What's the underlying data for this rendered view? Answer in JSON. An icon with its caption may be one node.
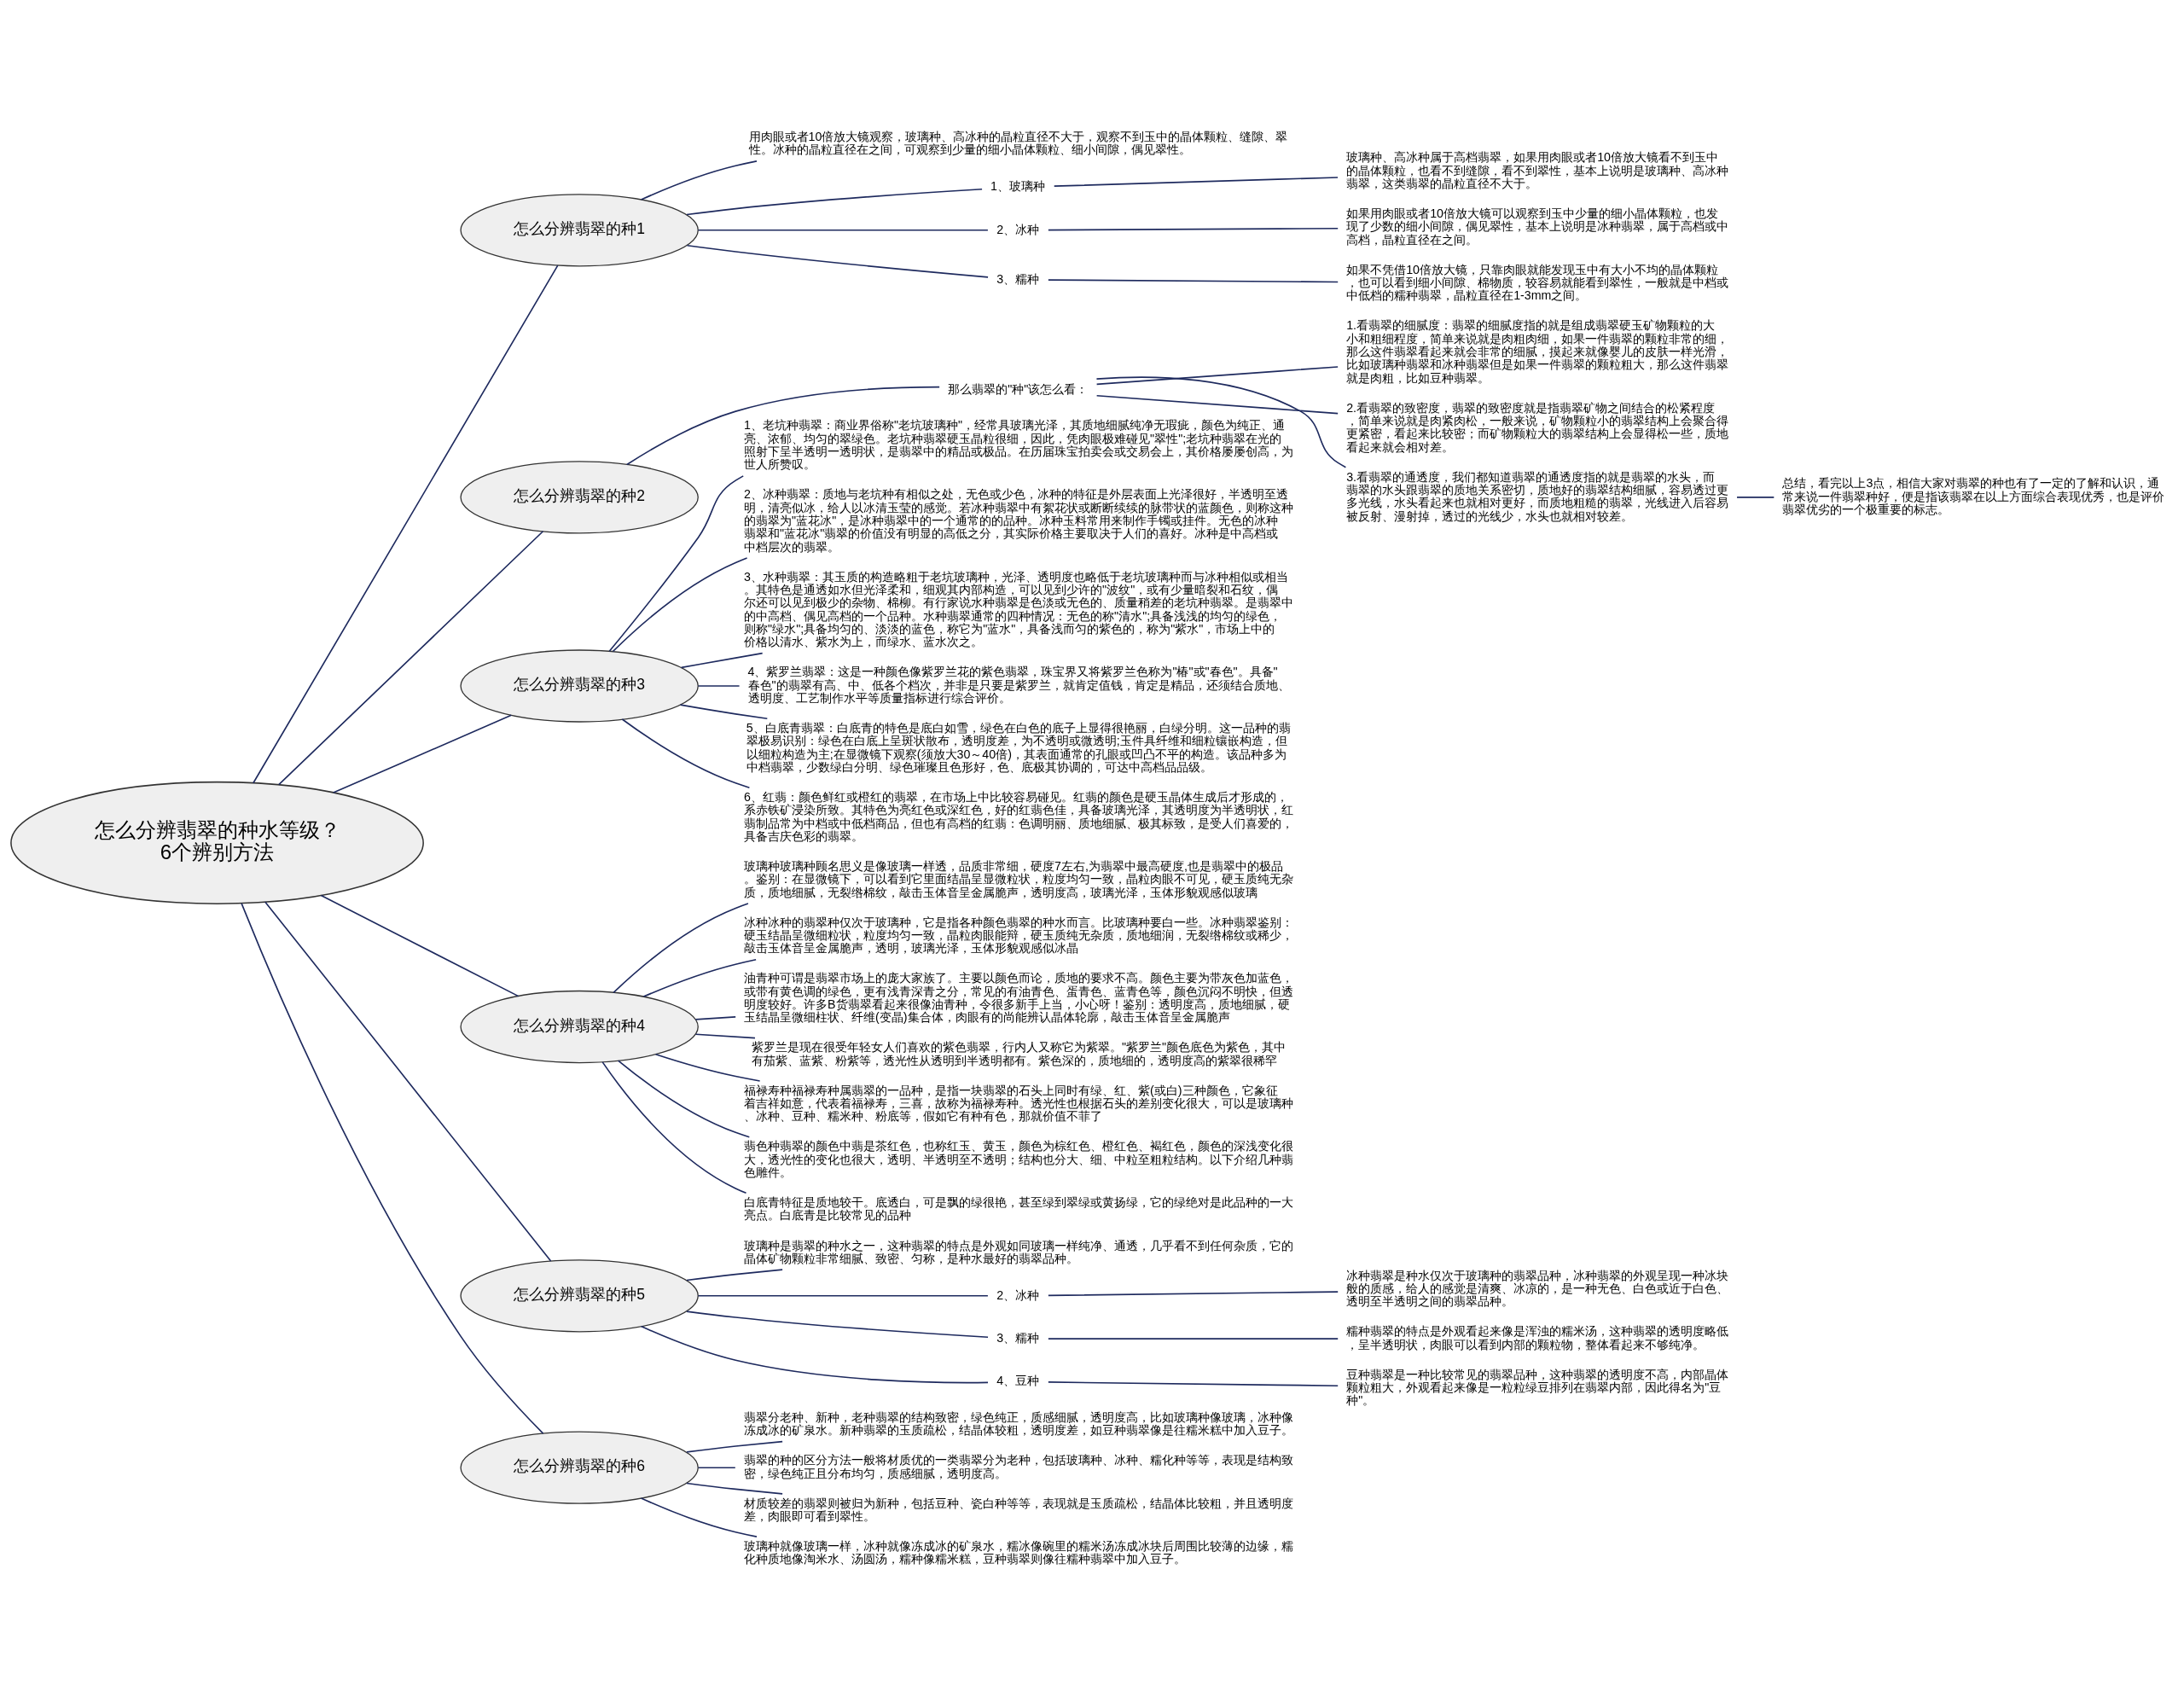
{
  "diagram": {
    "nodes": [
      {
        "text": [
          "怎么分辨翡翠的种水等级？6个辨别方法"
        ]
      },
      {
        "text": [
          "怎么分辨翡翠的种1"
        ]
      },
      {
        "text": [
          "用肉眼或者10倍放大镜观察，玻璃种、高冰种的晶粒直径不大于，观察不到玉中的晶体颗粒、缝隙、翠性。冰种的晶粒直径在之间，可观察到少量的细小晶体颗粒、细小间隙，偶见翠性。"
        ]
      },
      {
        "text": [
          "1、玻璃种"
        ]
      },
      {
        "text": [
          "玻璃种、高冰种属于高档翡翠，如果用肉眼或者10倍放大镜看不到玉中的晶体颗粒，也看不到缝隙，看不到翠性，基本上说明是玻璃种、高冰种翡翠，这类翡翠的晶粒直径不大于。"
        ]
      },
      {
        "text": [
          "2、冰种"
        ]
      },
      {
        "text": [
          "如果用肉眼或者10倍放大镜可以观察到玉中少量的细小晶体颗粒，也发现了少数的细小间隙，偶见翠性，基本上说明是冰种翡翠，属于高档或中高档，晶粒直径在之间。"
        ]
      },
      {
        "text": [
          "3、糯种"
        ]
      },
      {
        "text": [
          "如果不凭借10倍放大镜，只靠肉眼就能发现玉中有大小不均的晶体颗粒，也可以看到细小间隙、棉物质，较容易就能看到翠性，一般就是中档或中低档的糯种翡翠，晶粒直径在1-3mm之间。"
        ]
      },
      {
        "text": [
          "怎么分辨翡翠的种2"
        ]
      },
      {
        "text": [
          "那么翡翠的\"种\"该怎么看："
        ]
      },
      {
        "text": [
          "1.看翡翠的细腻度：翡翠的细腻度指的就是组成翡翠硬玉矿物颗粒的大小和粗细程度，简单来说就是肉粗肉细，如果一件翡翠的颗粒非常的细，那么这件翡翠看起来就会非常的细腻，摸起来就像婴儿的皮肤一样光滑，比如玻璃种翡翠和冰种翡翠但是如果一件翡翠的颗粒粗大，那么这件翡翠就是肉粗，比如豆种翡翠。"
        ]
      },
      {
        "text": [
          "2.看翡翠的致密度，翡翠的致密度就是指翡翠矿物之间结合的松紧程度，简单来说就是肉紧肉松，一般来说，矿物颗粒小的翡翠结构上会聚合得更紧密，看起来比较密；而矿物颗粒大的翡翠结构上会显得松一些，质地看起来就会相对差。"
        ]
      },
      {
        "text": [
          "3.看翡翠的通透度，我们都知道翡翠的通透度指的就是翡翠的水头，而翡翠的水头跟翡翠的质地关系密切，质地好的翡翠结构细腻，容易透过更多光线，水头看起来也就相对更好，而质地粗糙的翡翠，光线进入后容易被反射、漫射掉，透过的光线少，水头也就相对较差。"
        ]
      },
      {
        "text": [
          "总结，看完以上3点，相信大家对翡翠的种也有了一定的了解和认识，通常来说一件翡翠种好，便是指该翡翠在以上方面综合表现优秀，也是评价翡翠优劣的一个极重要的标志。"
        ]
      },
      {
        "text": [
          "怎么分辨翡翠的种3"
        ]
      },
      {
        "text": [
          "1、老坑种翡翠：商业界俗称\"老坑玻璃种\"，经常具玻璃光泽，其质地细腻纯净无瑕疵，颜色为纯正、通亮、浓郁、均匀的翠绿色。老坑种翡翠硬玉晶粒很细，因此，凭肉眼极难碰见\"翠性\";老坑种翡翠在光的照射下呈半透明一透明状，是翡翠中的精品或极品。在历届珠宝拍卖会或交易会上，其价格屡屡创高，为世人所赞叹。"
        ]
      },
      {
        "text": [
          "2、冰种翡翠：质地与老坑种有相似之处，无色或少色，冰种的特征是外层表面上光泽很好，半透明至透明，清亮似冰，给人以冰清玉莹的感觉。若冰种翡翠中有絮花状或断断续续的脉带状的蓝颜色，则称这种的翡翠为\"蓝花冰\"，是冰种翡翠中的一个通常的的品种。冰种玉料常用来制作手镯或挂件。无色的冰种翡翠和\"蓝花冰\"翡翠的价值没有明显的高低之分，其实际价格主要取决于人们的喜好。冰种是中高档或中档层次的翡翠。"
        ]
      },
      {
        "text": [
          "3、水种翡翠：其玉质的构造略粗于老坑玻璃种，光泽、透明度也略低于老坑玻璃种而与冰种相似或相当。其特色是通透如水但光泽柔和，细观其内部构造，可以见到少许的\"波纹\"，或有少量暗裂和石纹，偶尔还可以见到极少的杂物、棉柳。有行家说水种翡翠是色淡或无色的、质量稍差的老坑种翡翠。是翡翠中的中高档、偶见高档的一个品种。水种翡翠通常的四种情况：无色的称\"清水\";具备浅浅的均匀的绿色，则称\"绿水\";具备均匀的、淡淡的蓝色，称它为\"蓝水\"，具备浅而匀的紫色的，称为\"紫水\"，市场上中的价格以清水、紫水为上，而绿水、蓝水次之。"
        ]
      },
      {
        "text": [
          "4、紫罗兰翡翠：这是一种颜色像紫罗兰花的紫色翡翠，珠宝界又将紫罗兰色称为\"椿\"或\"春色\"。具备\"春色\"的翡翠有高、中、低各个档次，并非是只要是紫罗兰，就肯定值钱，肯定是精品，还须结合质地、透明度、工艺制作水平等质量指标进行综合评价。"
        ]
      },
      {
        "text": [
          "5、白底青翡翠：白底青的特色是底白如雪，绿色在白色的底子上显得很艳丽，白绿分明。这一品种的翡翠极易识别：绿色在白底上呈斑状散布，透明度差，为不透明或微透明;玉件具纤维和细粒镶嵌构造，但以细粒构造为主;在显微镜下观察(须放大30～40倍)，其表面通常的孔眼或凹凸不平的构造。该品种多为中档翡翠，少数绿白分明、绿色璀璨且色形好，色、底极其协调的，可达中高档品品级。"
        ]
      },
      {
        "text": [
          "6、红翡：颜色鲜红或橙红的翡翠，在市场上中比较容易碰见。红翡的颜色是硬玉晶体生成后才形成的，系赤铁矿浸染所致。其特色为亮红色或深红色，好的红翡色佳，具备玻璃光泽，其透明度为半透明状，红翡制品常为中档或中低档商品，但也有高档的红翡：色调明丽、质地细腻、极其标致，是受人们喜爱的，具备吉庆色彩的翡翠。"
        ]
      },
      {
        "text": [
          "怎么分辨翡翠的种4"
        ]
      },
      {
        "text": [
          "玻璃种玻璃种顾名思义是像玻璃一样透，品质非常细，硬度7左右,为翡翠中最高硬度,也是翡翠中的极品。鉴别：在显微镜下，可以看到它里面结晶呈显微粒状，粒度均匀一致，晶粒肉眼不可见，硬玉质纯无杂质，质地细腻，无裂绺棉纹，敲击玉体音呈金属脆声，透明度高，玻璃光泽，玉体形貌观感似玻璃"
        ]
      },
      {
        "text": [
          "冰种冰种的翡翠种仅次于玻璃种，它是指各种颜色翡翠的种水而言。比玻璃种要白一些。冰种翡翠鉴别：硬玉结晶呈微细粒状，粒度均匀一致，晶粒肉眼能辩，硬玉质纯无杂质，质地细润，无裂绺棉纹或稀少，敲击玉体音呈金属脆声，透明，玻璃光泽，玉体形貌观感似冰晶"
        ]
      },
      {
        "text": [
          "油青种可谓是翡翠市场上的庞大家族了。主要以颜色而论，质地的要求不高。颜色主要为带灰色加蓝色，或带有黄色调的绿色，更有浅青深青之分，常见的有油青色、蛋青色、蓝青色等，颜色沉闷不明快，但透明度较好。许多B货翡翠看起来很像油青种，令很多新手上当，小心呀！鉴别：透明度高，质地细腻，硬玉结晶呈微细柱状、纤维(变晶)集合体，肉眼有的尚能辨认晶体轮廓，敲击玉体音呈金属脆声"
        ]
      },
      {
        "text": [
          "紫罗兰是现在很受年轻女人们喜欢的紫色翡翠，行内人又称它为紫翠。\"紫罗兰\"颜色底色为紫色，其中有茄紫、蓝紫、粉紫等，透光性从透明到半透明都有。紫色深的，质地细的，透明度高的紫翠很稀罕"
        ]
      },
      {
        "text": [
          "福禄寿种福禄寿种属翡翠的一品种，是指一块翡翠的石头上同时有绿、红、紫(或白)三种颜色，它象征着吉祥如意，代表着福禄寿，三喜，故称为福禄寿种。透光性也根据石头的差别变化很大，可以是玻璃种、冰种、豆种、糯米种、粉底等，假如它有种有色，那就价值不菲了"
        ]
      },
      {
        "text": [
          "翡色种翡翠的颜色中翡是茶红色，也称红玉、黄玉，颜色为棕红色、橙红色、褐红色，颜色的深浅变化很大，透光性的变化也很大，透明、半透明至不透明；结构也分大、细、中粒至粗粒结构。以下介绍几种翡色雕件。"
        ]
      },
      {
        "text": [
          "白底青特征是质地较干。底透白，可是飘的绿很艳，甚至绿到翠绿或黄扬绿，它的绿绝对是此品种的一大亮点。白底青是比较常见的品种"
        ]
      },
      {
        "text": [
          "怎么分辨翡翠的种5"
        ]
      },
      {
        "text": [
          "玻璃种是翡翠的种水之一，这种翡翠的特点是外观如同玻璃一样纯净、通透，几乎看不到任何杂质，它的晶体矿物颗粒非常细腻、致密、匀称，是种水最好的翡翠品种。"
        ]
      },
      {
        "text": [
          "2、冰种"
        ]
      },
      {
        "text": [
          "冰种翡翠是种水仅次于玻璃种的翡翠品种，冰种翡翠的外观呈现一种冰块般的质感，给人的感觉是清爽、冰凉的，是一种无色、白色或近于白色、透明至半透明之间的翡翠品种。"
        ]
      },
      {
        "text": [
          "3、糯种"
        ]
      },
      {
        "text": [
          "糯种翡翠的特点是外观看起来像是浑浊的糯米汤，这种翡翠的透明度略低，呈半透明状，肉眼可以看到内部的颗粒物，整体看起来不够纯净。"
        ]
      },
      {
        "text": [
          "4、豆种"
        ]
      },
      {
        "text": [
          "豆种翡翠是一种比较常见的翡翠品种，这种翡翠的透明度不高，内部晶体颗粒粗大，外观看起来像是一粒粒绿豆排列在翡翠内部，因此得名为\"豆种\"。"
        ]
      },
      {
        "text": [
          "怎么分辨翡翠的种6"
        ]
      },
      {
        "text": [
          "翡翠分老种、新种，老种翡翠的结构致密，绿色纯正，质感细腻，透明度高，比如玻璃种像玻璃，冰种像冻成冰的矿泉水。新种翡翠的玉质疏松，结晶体较粗，透明度差，如豆种翡翠像是往糯米糕中加入豆子。"
        ]
      },
      {
        "text": [
          "翡翠的种的区分方法一般将材质优的一类翡翠分为老种，包括玻璃种、冰种、糯化种等等，表现是结构致密，绿色纯正且分布均匀，质感细腻，透明度高。"
        ]
      },
      {
        "text": [
          "材质较差的翡翠则被归为新种，包括豆种、瓷白种等等，表现就是玉质疏松，结晶体比较粗，并且透明度差，肉眼即可看到翠性。"
        ]
      },
      {
        "text": [
          "玻璃种就像玻璃一样，冰种就像冻成冰的矿泉水，糯冰像碗里的糯米汤冻成冰块后周围比较薄的边缘，糯化种质地像淘米水、汤圆汤，糯种像糯米糕，豆种翡翠则像往糯种翡翠中加入豆子。"
        ]
      }
    ],
    "edges": [
      {
        "from": 0,
        "to": 1,
        "arrow": "none"
      },
      {
        "from": 1,
        "to": 2,
        "arrow": "none"
      },
      {
        "from": 1,
        "to": 3,
        "arrow": "none"
      },
      {
        "from": 3,
        "to": 4,
        "arrow": "none"
      },
      {
        "from": 1,
        "to": 5,
        "arrow": "none"
      },
      {
        "from": 5,
        "to": 6,
        "arrow": "none"
      },
      {
        "from": 1,
        "to": 7,
        "arrow": "none"
      },
      {
        "from": 7,
        "to": 8,
        "arrow": "none"
      },
      {
        "from": 0,
        "to": 9,
        "arrow": "none"
      },
      {
        "from": 9,
        "to": 10,
        "arrow": "none"
      },
      {
        "from": 10,
        "to": 11,
        "arrow": "none"
      },
      {
        "from": 10,
        "to": 12,
        "arrow": "none"
      },
      {
        "from": 10,
        "to": 13,
        "arrow": "none"
      },
      {
        "from": 13,
        "to": 14,
        "arrow": "none"
      },
      {
        "from": 0,
        "to": 15,
        "arrow": "none"
      },
      {
        "from": 15,
        "to": 16,
        "arrow": "none"
      },
      {
        "from": 15,
        "to": 17,
        "arrow": "none"
      },
      {
        "from": 15,
        "to": 18,
        "arrow": "none"
      },
      {
        "from": 15,
        "to": 19,
        "arrow": "none"
      },
      {
        "from": 15,
        "to": 20,
        "arrow": "none"
      },
      {
        "from": 15,
        "to": 21,
        "arrow": "none"
      },
      {
        "from": 0,
        "to": 22,
        "arrow": "none"
      },
      {
        "from": 22,
        "to": 23,
        "arrow": "none"
      },
      {
        "from": 22,
        "to": 24,
        "arrow": "none"
      },
      {
        "from": 22,
        "to": 25,
        "arrow": "none"
      },
      {
        "from": 22,
        "to": 26,
        "arrow": "none"
      },
      {
        "from": 22,
        "to": 27,
        "arrow": "none"
      },
      {
        "from": 22,
        "to": 28,
        "arrow": "none"
      },
      {
        "from": 22,
        "to": 29,
        "arrow": "none"
      },
      {
        "from": 0,
        "to": 30,
        "arrow": "none"
      },
      {
        "from": 30,
        "to": 31,
        "arrow": "none"
      },
      {
        "from": 30,
        "to": 32,
        "arrow": "none"
      },
      {
        "from": 32,
        "to": 33,
        "arrow": "none"
      },
      {
        "from": 30,
        "to": 34,
        "arrow": "none"
      },
      {
        "from": 34,
        "to": 35,
        "arrow": "none"
      },
      {
        "from": 30,
        "to": 36,
        "arrow": "none"
      },
      {
        "from": 36,
        "to": 37,
        "arrow": "none"
      },
      {
        "from": 0,
        "to": 38,
        "arrow": "none"
      },
      {
        "from": 38,
        "to": 39,
        "arrow": "none"
      },
      {
        "from": 38,
        "to": 40,
        "arrow": "none"
      },
      {
        "from": 38,
        "to": 41,
        "arrow": "none"
      },
      {
        "from": 38,
        "to": 42,
        "arrow": "none"
      }
    ]
  }
}
